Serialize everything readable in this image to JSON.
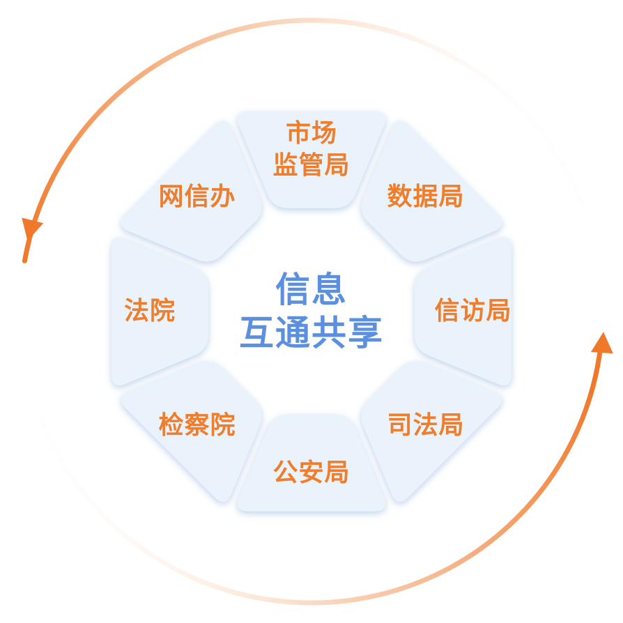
{
  "center": {
    "line1": "信息",
    "line2": "互通共享"
  },
  "segments": [
    {
      "id": "market",
      "label": "市场\n监管局"
    },
    {
      "id": "data",
      "label": "数据局"
    },
    {
      "id": "petition",
      "label": "信访局"
    },
    {
      "id": "justice",
      "label": "司法局"
    },
    {
      "id": "police",
      "label": "公安局"
    },
    {
      "id": "procuratorate",
      "label": "检察院"
    },
    {
      "id": "court",
      "label": "法院"
    },
    {
      "id": "cyber",
      "label": "网信办"
    }
  ],
  "colors": {
    "segment_fill": "#eaf2fb",
    "segment_label": "#ee7d2c",
    "center_text": "#5b8fe0",
    "arrow": "#f0782a"
  }
}
